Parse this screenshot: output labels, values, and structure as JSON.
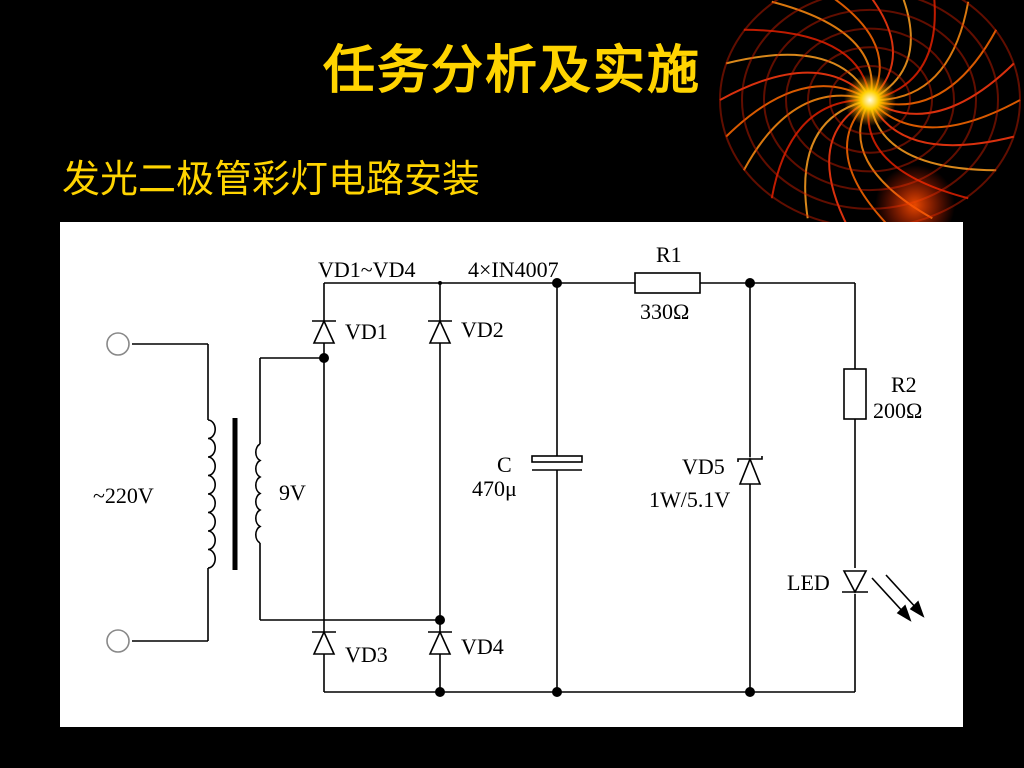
{
  "slide": {
    "title": "任务分析及实施",
    "subtitle": "发光二极管彩灯电路安装",
    "accent_color": "#ffd400",
    "background_color": "#000000",
    "decoration": "orange-fireball-sphere"
  },
  "circuit": {
    "labels": {
      "bridge": "VD1~VD4",
      "bridge_part": "4×IN4007",
      "vd1": "VD1",
      "vd2": "VD2",
      "vd3": "VD3",
      "vd4": "VD4",
      "r1_name": "R1",
      "r1_value": "330Ω",
      "r2_name": "R2",
      "r2_value": "200Ω",
      "c_name": "C",
      "c_value": "470μ",
      "vd5_name": "VD5",
      "vd5_value": "1W/5.1V",
      "led": "LED",
      "primary": "~220V",
      "secondary": "9V"
    }
  }
}
